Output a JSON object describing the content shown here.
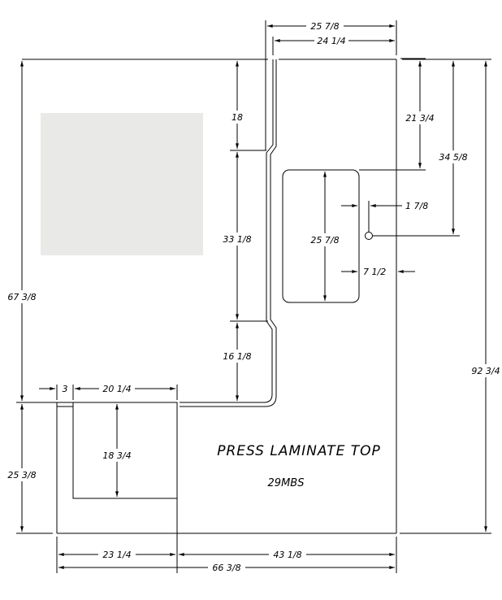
{
  "title": "PRESS LAMINATE TOP",
  "model": "29MBS",
  "swatch_color": "#e9e9e7",
  "dimensions": {
    "top_overall": "25 7/8",
    "top_inner": "24 1/4",
    "right_to_sink": "21 3/4",
    "right_to_faucet": "34 5/8",
    "faucet_offset": "1 7/8",
    "sink_length": "25 7/8",
    "sink_to_edge": "7 1/2",
    "overall_height": "92 3/4",
    "backsplash_upper": "18",
    "backsplash_mid": "33 1/8",
    "backsplash_lower": "16 1/8",
    "left_upper": "67 3/8",
    "left_lower": "25 3/8",
    "lower_offset": "3",
    "lower_cutout_width": "20 1/4",
    "lower_cutout_depth": "18 3/4",
    "bottom_left": "23 1/4",
    "bottom_right": "43 1/8",
    "bottom_overall": "66 3/8"
  }
}
